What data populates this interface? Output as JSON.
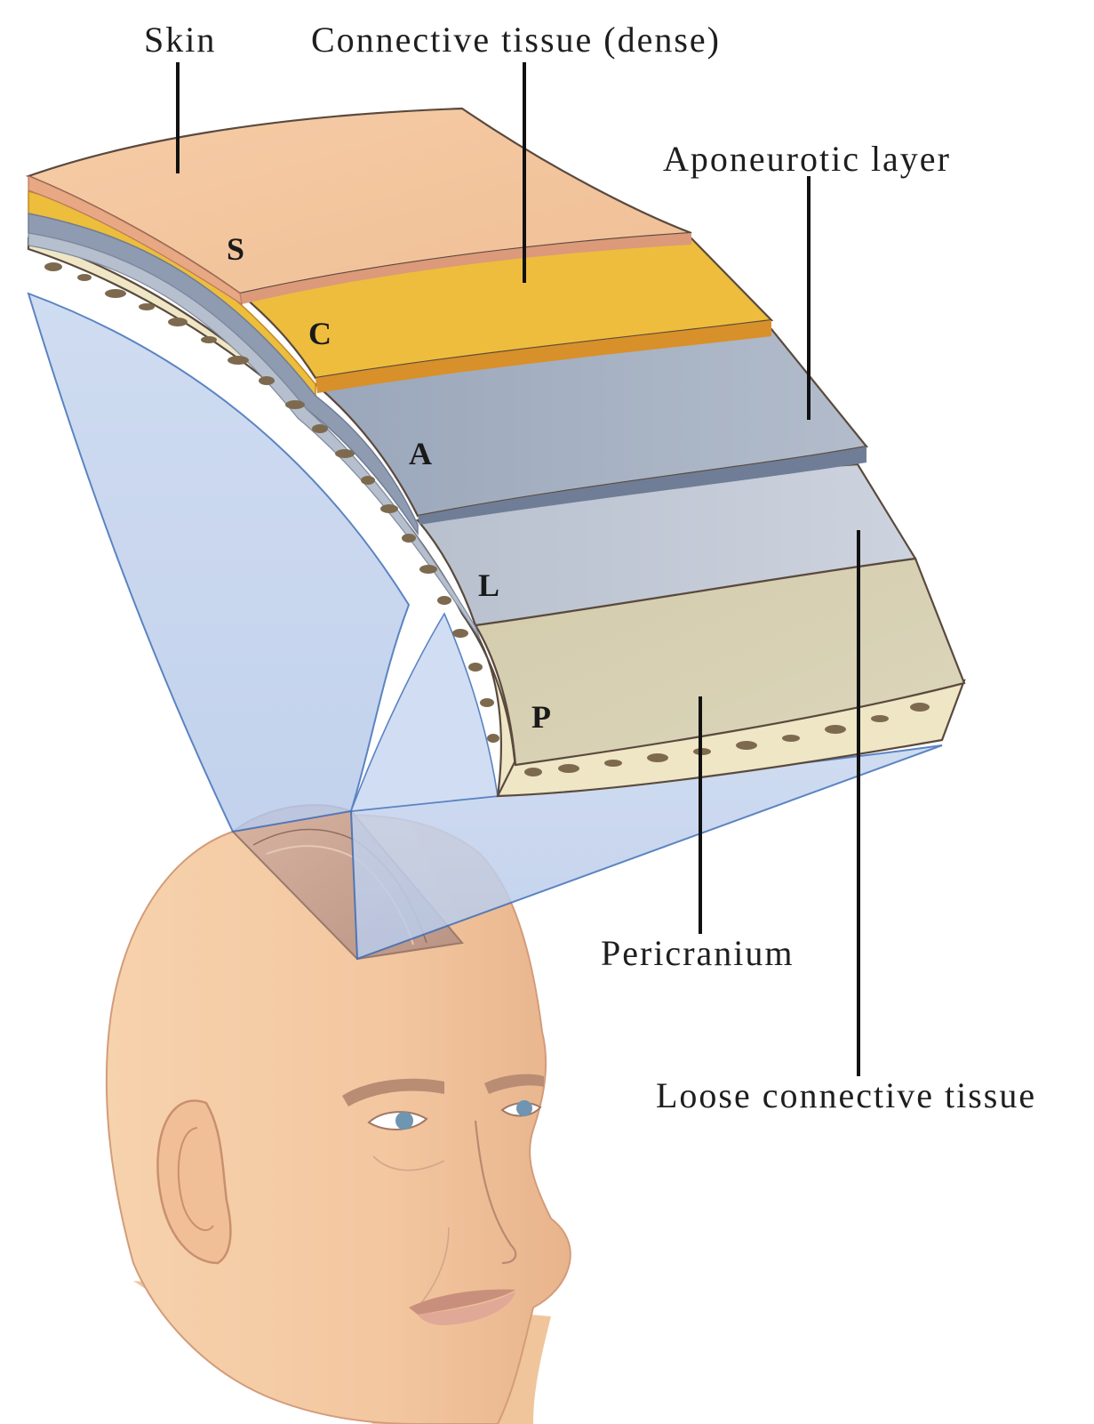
{
  "labels": {
    "skin": "Skin",
    "connective_dense": "Connective tissue (dense)",
    "aponeurotic": "Aponeurotic layer",
    "pericranium": "Pericranium",
    "loose_connective": "Loose connective tissue"
  },
  "letters": {
    "s": "S",
    "c": "C",
    "a": "A",
    "l": "L",
    "p": "P"
  },
  "colors": {
    "skin": "#f3c49c",
    "skin_edge": "#dc9a7a",
    "dense": "#edbd3c",
    "dense_edge": "#d8902a",
    "aponeurotic": "#a7b2c3",
    "aponeurotic_edge": "#6f7e96",
    "loose": "#c2c9d6",
    "pericranium": "#d6cfb1",
    "bone": "#efe6c6",
    "bone_spots": "#7d6a4e",
    "projection": "#bccfed",
    "head": "#f4c9a1"
  }
}
